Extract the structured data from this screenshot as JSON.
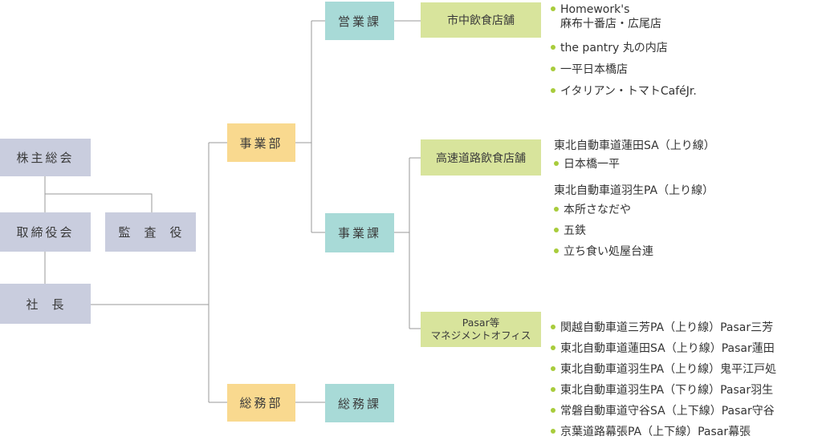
{
  "nodes": {
    "shareholders": "株主総会",
    "board": "取締役会",
    "auditor": "監　査　役",
    "president": "社　長",
    "business_div": "事業部",
    "general_div": "総務部",
    "sales_sec": "営業課",
    "business_sec": "事業課",
    "general_sec": "総務課",
    "city_restaurants": "市中飲食店舗",
    "highway_restaurants": "高速道路飲食店舗",
    "pasar_office_line1": "Pasar等",
    "pasar_office_line2": "マネジメントオフィス"
  },
  "city_list": [
    {
      "line1": "Homework's",
      "line2": "麻布十番店・広尾店"
    },
    {
      "line1": "the pantry 丸の内店"
    },
    {
      "line1": "一平日本橋店"
    },
    {
      "line1": "イタリアン・トマトCaféJr."
    }
  ],
  "highway_groups": [
    {
      "header": "東北自動車道蓮田SA（上り線）",
      "items": [
        "日本橋一平"
      ]
    },
    {
      "header": "東北自動車道羽生PA（上り線）",
      "items": [
        "本所さなだや",
        "五鉄",
        "立ち食い処屋台連"
      ]
    }
  ],
  "pasar_list": [
    "関越自動車道三芳PA（上り線）Pasar三芳",
    "東北自動車道蓮田SA（上り線）Pasar蓮田",
    "東北自動車道羽生PA（上り線）鬼平江戸処",
    "東北自動車道羽生PA（下り線）Pasar羽生",
    "常磐自動車道守谷SA（上下線）Pasar守谷",
    "京葉道路幕張PA（上下線）Pasar幕張"
  ],
  "colors": {
    "executive": "#c9cdde",
    "division": "#f9d98f",
    "section": "#a8dad7",
    "store_group": "#d8e49c",
    "bullet": "#a8cc3c",
    "line": "#9a9a9a"
  }
}
